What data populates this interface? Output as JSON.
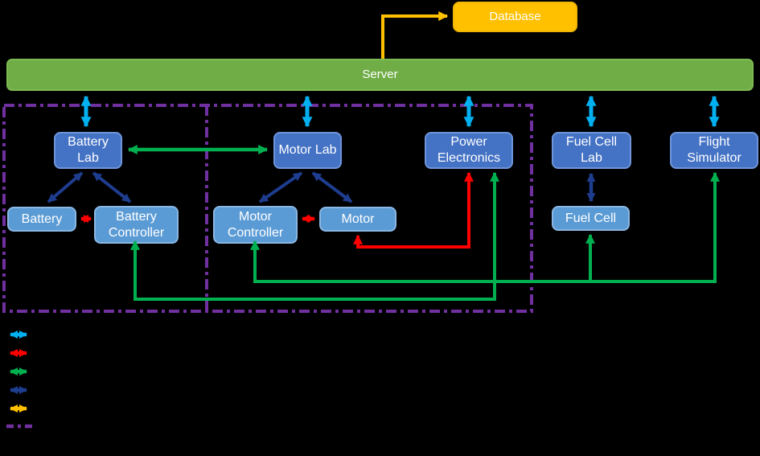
{
  "diagram": {
    "nodes": {
      "database": {
        "label": "Database",
        "color": "#FFC000"
      },
      "server": {
        "label": "Server",
        "color": "#70AD47"
      },
      "battery_lab": {
        "label": "Battery Lab",
        "color": "#4472C4"
      },
      "motor_lab": {
        "label": "Motor Lab",
        "color": "#4472C4"
      },
      "power_electronics": {
        "label": "Power Electronics",
        "color": "#4472C4"
      },
      "fuel_cell_lab": {
        "label": "Fuel Cell Lab",
        "color": "#4472C4"
      },
      "flight_simulator": {
        "label": "Flight Simulator",
        "color": "#4472C4"
      },
      "battery": {
        "label": "Battery",
        "color": "#5B9BD5"
      },
      "battery_controller": {
        "label": "Battery Controller",
        "color": "#5B9BD5"
      },
      "motor_controller": {
        "label": "Motor Controller",
        "color": "#5B9BD5"
      },
      "motor": {
        "label": "Motor",
        "color": "#5B9BD5"
      },
      "fuel_cell": {
        "label": "Fuel Cell",
        "color": "#5B9BD5"
      }
    },
    "connections": [
      {
        "from": "Server",
        "to": "Database",
        "color": "#FFC000",
        "heads": "single"
      },
      {
        "from": "Server",
        "to": "Battery Lab",
        "color": "#00B0F0",
        "heads": "double"
      },
      {
        "from": "Server",
        "to": "Motor Lab",
        "color": "#00B0F0",
        "heads": "double"
      },
      {
        "from": "Server",
        "to": "Power Electronics",
        "color": "#00B0F0",
        "heads": "double"
      },
      {
        "from": "Server",
        "to": "Fuel Cell Lab",
        "color": "#00B0F0",
        "heads": "double"
      },
      {
        "from": "Server",
        "to": "Flight Simulator",
        "color": "#00B0F0",
        "heads": "double"
      },
      {
        "from": "Battery Lab",
        "to": "Motor Lab",
        "color": "#00B050",
        "heads": "double"
      },
      {
        "from": "Battery Lab",
        "to": "Battery",
        "color": "#1F3D8F",
        "heads": "double"
      },
      {
        "from": "Battery Lab",
        "to": "Battery Controller",
        "color": "#1F3D8F",
        "heads": "double"
      },
      {
        "from": "Motor Lab",
        "to": "Motor Controller",
        "color": "#1F3D8F",
        "heads": "double"
      },
      {
        "from": "Motor Lab",
        "to": "Motor",
        "color": "#1F3D8F",
        "heads": "double"
      },
      {
        "from": "Fuel Cell Lab",
        "to": "Fuel Cell",
        "color": "#1F3D8F",
        "heads": "double"
      },
      {
        "from": "Battery",
        "to": "Battery Controller",
        "color": "#FF0000",
        "heads": "double"
      },
      {
        "from": "Motor Controller",
        "to": "Motor",
        "color": "#FF0000",
        "heads": "double"
      },
      {
        "from": "Motor",
        "to": "Power Electronics",
        "color": "#FF0000",
        "heads": "double"
      },
      {
        "from": "Battery Controller",
        "to": "Power Electronics",
        "color": "#00B050",
        "heads": "double"
      },
      {
        "from": "Motor Controller",
        "to": "Flight Simulator",
        "color": "#00B050",
        "heads": "double"
      },
      {
        "from": "Motor Controller",
        "to": "Fuel Cell",
        "color": "#00B050",
        "heads": "branch"
      }
    ],
    "group_boundary": {
      "color": "#7030A0",
      "style": "dash-dot",
      "compartments": 2
    }
  },
  "legend": {
    "items": [
      {
        "symbol": "double-arrow",
        "color": "#00B0F0",
        "label": ""
      },
      {
        "symbol": "double-arrow",
        "color": "#FF0000",
        "label": ""
      },
      {
        "symbol": "double-arrow",
        "color": "#00B050",
        "label": ""
      },
      {
        "symbol": "double-arrow",
        "color": "#1F3D8F",
        "label": ""
      },
      {
        "symbol": "double-arrow",
        "color": "#FFC000",
        "label": ""
      },
      {
        "symbol": "dash-dot-line",
        "color": "#7030A0",
        "label": ""
      }
    ]
  },
  "colors": {
    "background": "#000000",
    "server_cyan": "#00B0F0",
    "component_red": "#FF0000",
    "lab_green": "#00B050",
    "lab_component_navy": "#1F3D8F",
    "database_yellow": "#FFC000",
    "boundary_purple": "#7030A0"
  }
}
